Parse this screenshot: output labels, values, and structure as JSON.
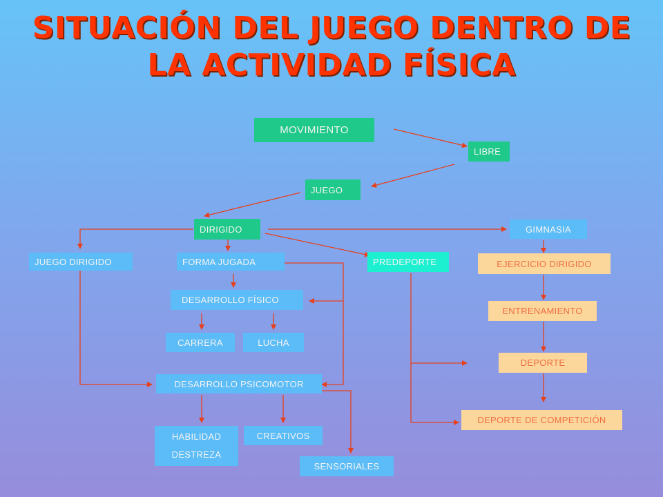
{
  "title": {
    "line1": "SITUACIÓN DEL JUEGO DENTRO DE",
    "line2": "LA ACTIVIDAD FÍSICA"
  },
  "nodes": {
    "movimiento": "MOVIMIENTO",
    "libre": "LIBRE",
    "juego": "JUEGO",
    "dirigido": "DIRIGIDO",
    "gimnasia": "GIMNASIA",
    "juego_dirigido": "JUEGO DIRIGIDO",
    "forma_jugada": "FORMA JUGADA",
    "predeporte": "PREDEPORTE",
    "ejercicio_dirigido": "EJERCICIO DIRIGIDO",
    "desarrollo_fisico": "DESARROLLO FÍSICO",
    "entrenamiento": "ENTRENAMIENTO",
    "carrera": "CARRERA",
    "lucha": "LUCHA",
    "deporte": "DEPORTE",
    "desarrollo_psicomotor": "DESARROLLO PSICOMOTOR",
    "deporte_competicion": "DEPORTE DE COMPETICIÓN",
    "habilidad": "HABILIDAD",
    "destreza": "DESTREZA",
    "creativos": "CREATIVOS",
    "sensoriales": "SENSORIALES"
  },
  "colors": {
    "title": "#ff3300",
    "arrow": "#e8401c",
    "green_box": "#1fc98a",
    "blue_box": "#5bbcf7",
    "cyan_box": "#1df0d0",
    "peach_box": "#fcd79b"
  }
}
